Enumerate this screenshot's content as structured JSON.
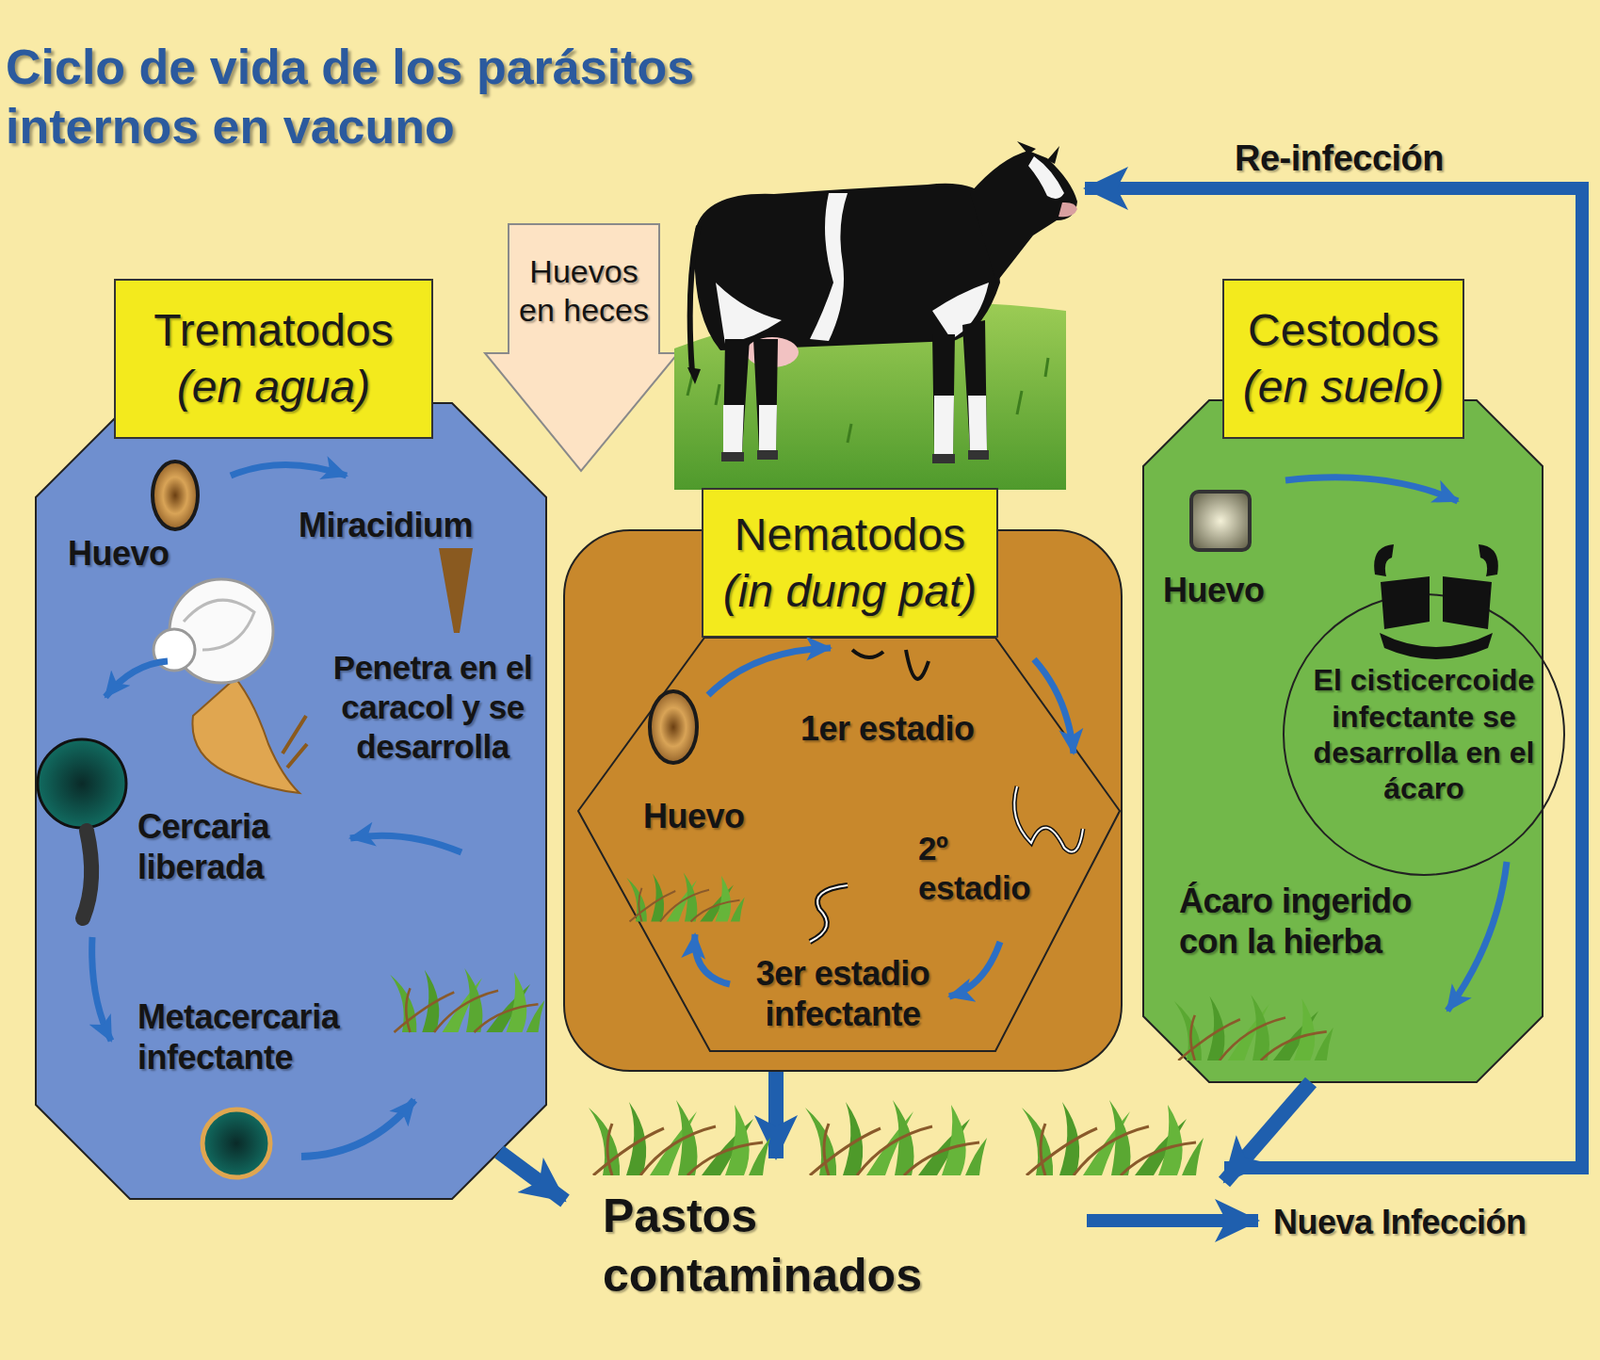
{
  "diagram": {
    "title": "Ciclo de vida de los parásitos internos en vacuno",
    "nodes": [
      {
        "text": [
          "Huevos en heces"
        ]
      },
      {
        "text": [
          "Trematodos",
          "(en agua)"
        ]
      },
      {
        "text": [
          "Nematodos",
          "(in dung pat)"
        ]
      },
      {
        "text": [
          "Cestodos",
          "(en suelo)"
        ]
      },
      {
        "text": [
          "El cisticercoide infectante se desarrolla en el ácaro"
        ],
        "in": 3
      },
      {
        "text": [
          "Pastos contaminados"
        ]
      }
    ],
    "edges": [
      {
        "from": 1,
        "to": 5,
        "arrow": "to"
      },
      {
        "from": 2,
        "to": 5,
        "arrow": "to"
      },
      {
        "from": 3,
        "to": 5,
        "arrow": "to"
      }
    ],
    "labels": [
      "Huevo",
      "Miracidium",
      "Penetra en el caracol y se desarrolla",
      "Cercaria liberada",
      "Metacercaria infectante",
      "Huevo",
      "1er estadio",
      "2º estadio",
      "3er estadio infectante",
      "Huevo",
      "Ácaro ingerido con la hierba",
      "Re-infección",
      "Nueva Infección"
    ]
  }
}
